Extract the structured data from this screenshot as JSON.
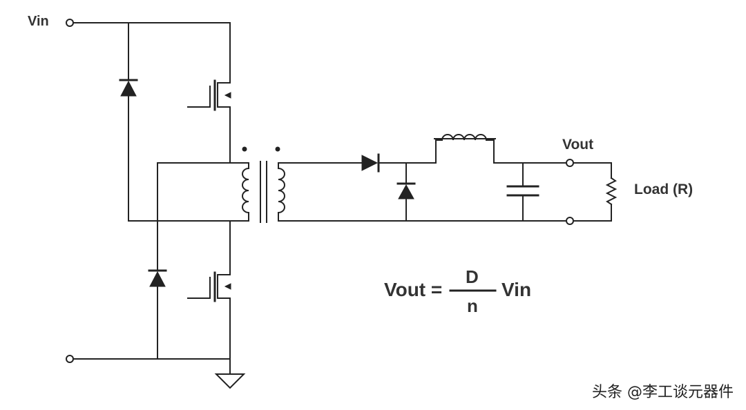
{
  "labels": {
    "vin": "Vin",
    "vout": "Vout",
    "load": "Load (R)"
  },
  "equation": {
    "lhs": "Vout =",
    "numerator": "D",
    "denominator": "n",
    "rhs": "Vin"
  },
  "watermark": "头条 @李工谈元器件"
}
